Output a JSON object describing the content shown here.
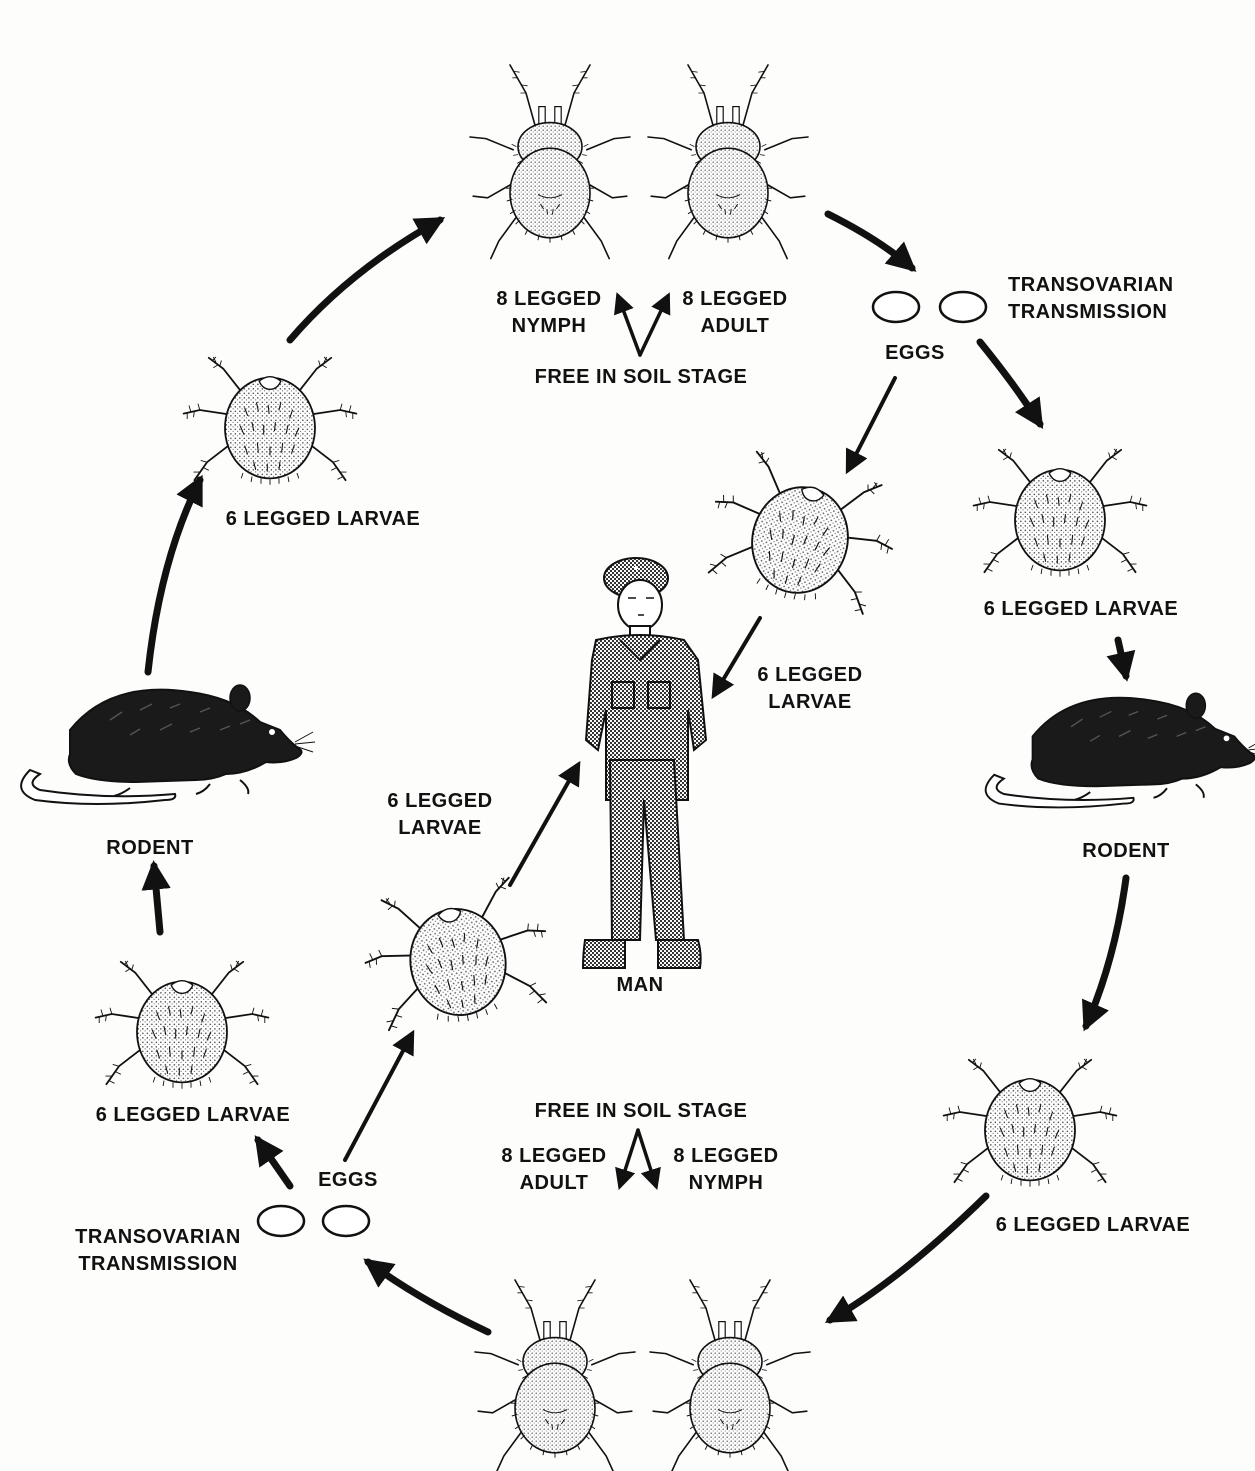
{
  "colors": {
    "ink": "#111111",
    "paper": "#fdfdfc",
    "stipple": "#bdbdbd",
    "rodent": "#1a1a1a"
  },
  "labels": {
    "top_nymph": [
      "8 LEGGED",
      "NYMPH"
    ],
    "top_adult": [
      "8 LEGGED",
      "ADULT"
    ],
    "top_free": "FREE IN SOIL STAGE",
    "top_eggs": "EGGS",
    "top_transovarian": [
      "TRANSOVARIAN",
      "TRANSMISSION"
    ],
    "larvae_upper_left": "6 LEGGED LARVAE",
    "larvae_right_upper": "6 LEGGED LARVAE",
    "larvae_near_man_right": [
      "6 LEGGED",
      "LARVAE"
    ],
    "larvae_near_man_left": [
      "6 LEGGED",
      "LARVAE"
    ],
    "rodent_left": "RODENT",
    "rodent_right": "RODENT",
    "man": "MAN",
    "larvae_lower_left": "6 LEGGED LARVAE",
    "larvae_lower_right": "6 LEGGED LARVAE",
    "bottom_free": "FREE IN SOIL STAGE",
    "bottom_adult": [
      "8 LEGGED",
      "ADULT"
    ],
    "bottom_nymph": [
      "8 LEGGED",
      "NYMPH"
    ],
    "bottom_eggs": "EGGS",
    "bottom_transovarian": [
      "TRANSOVARIAN",
      "TRANSMISSION"
    ]
  }
}
